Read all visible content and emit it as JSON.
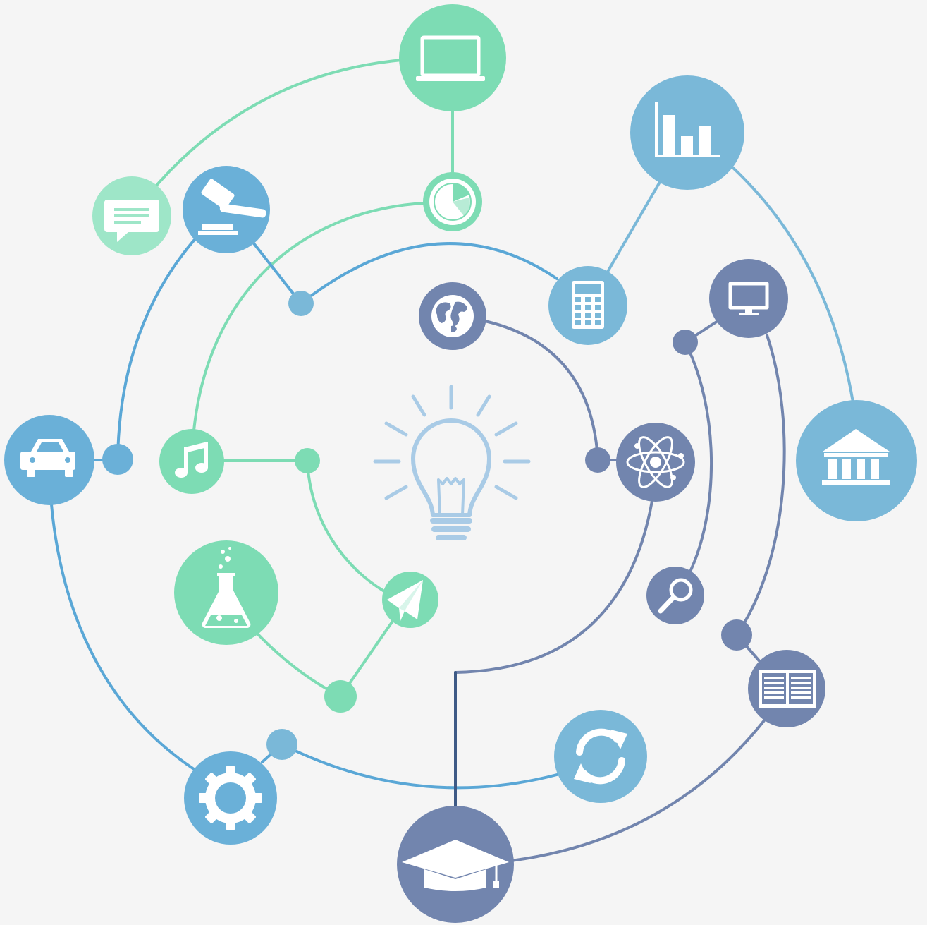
{
  "colors": {
    "background": "#f5f5f5",
    "green": "#7ddcb4",
    "light_green": "#9ee6c8",
    "blue": "#5aa7d6",
    "light_blue": "#7ab8d8",
    "slate": "#7285ae",
    "dark_slate": "#3e5a86",
    "bulb": "#a9cbe6"
  },
  "nodes": [
    {
      "id": "laptop",
      "icon": "laptop-icon"
    },
    {
      "id": "pie",
      "icon": "pie-chart-icon"
    },
    {
      "id": "chat",
      "icon": "chat-bubble-icon"
    },
    {
      "id": "gavel",
      "icon": "gavel-icon"
    },
    {
      "id": "bar-chart",
      "icon": "bar-chart-icon"
    },
    {
      "id": "calculator",
      "icon": "calculator-icon"
    },
    {
      "id": "globe",
      "icon": "globe-icon"
    },
    {
      "id": "monitor",
      "icon": "monitor-icon"
    },
    {
      "id": "bank",
      "icon": "bank-icon"
    },
    {
      "id": "car",
      "icon": "car-icon"
    },
    {
      "id": "music",
      "icon": "music-note-icon"
    },
    {
      "id": "atom",
      "icon": "atom-icon"
    },
    {
      "id": "flask",
      "icon": "flask-icon"
    },
    {
      "id": "paper-plane",
      "icon": "paper-plane-icon"
    },
    {
      "id": "magnifier",
      "icon": "magnifier-icon"
    },
    {
      "id": "book",
      "icon": "book-icon"
    },
    {
      "id": "refresh",
      "icon": "refresh-icon"
    },
    {
      "id": "gear",
      "icon": "gear-icon"
    },
    {
      "id": "graduation-cap",
      "icon": "graduation-cap-icon"
    },
    {
      "id": "lightbulb",
      "icon": "lightbulb-icon"
    }
  ]
}
